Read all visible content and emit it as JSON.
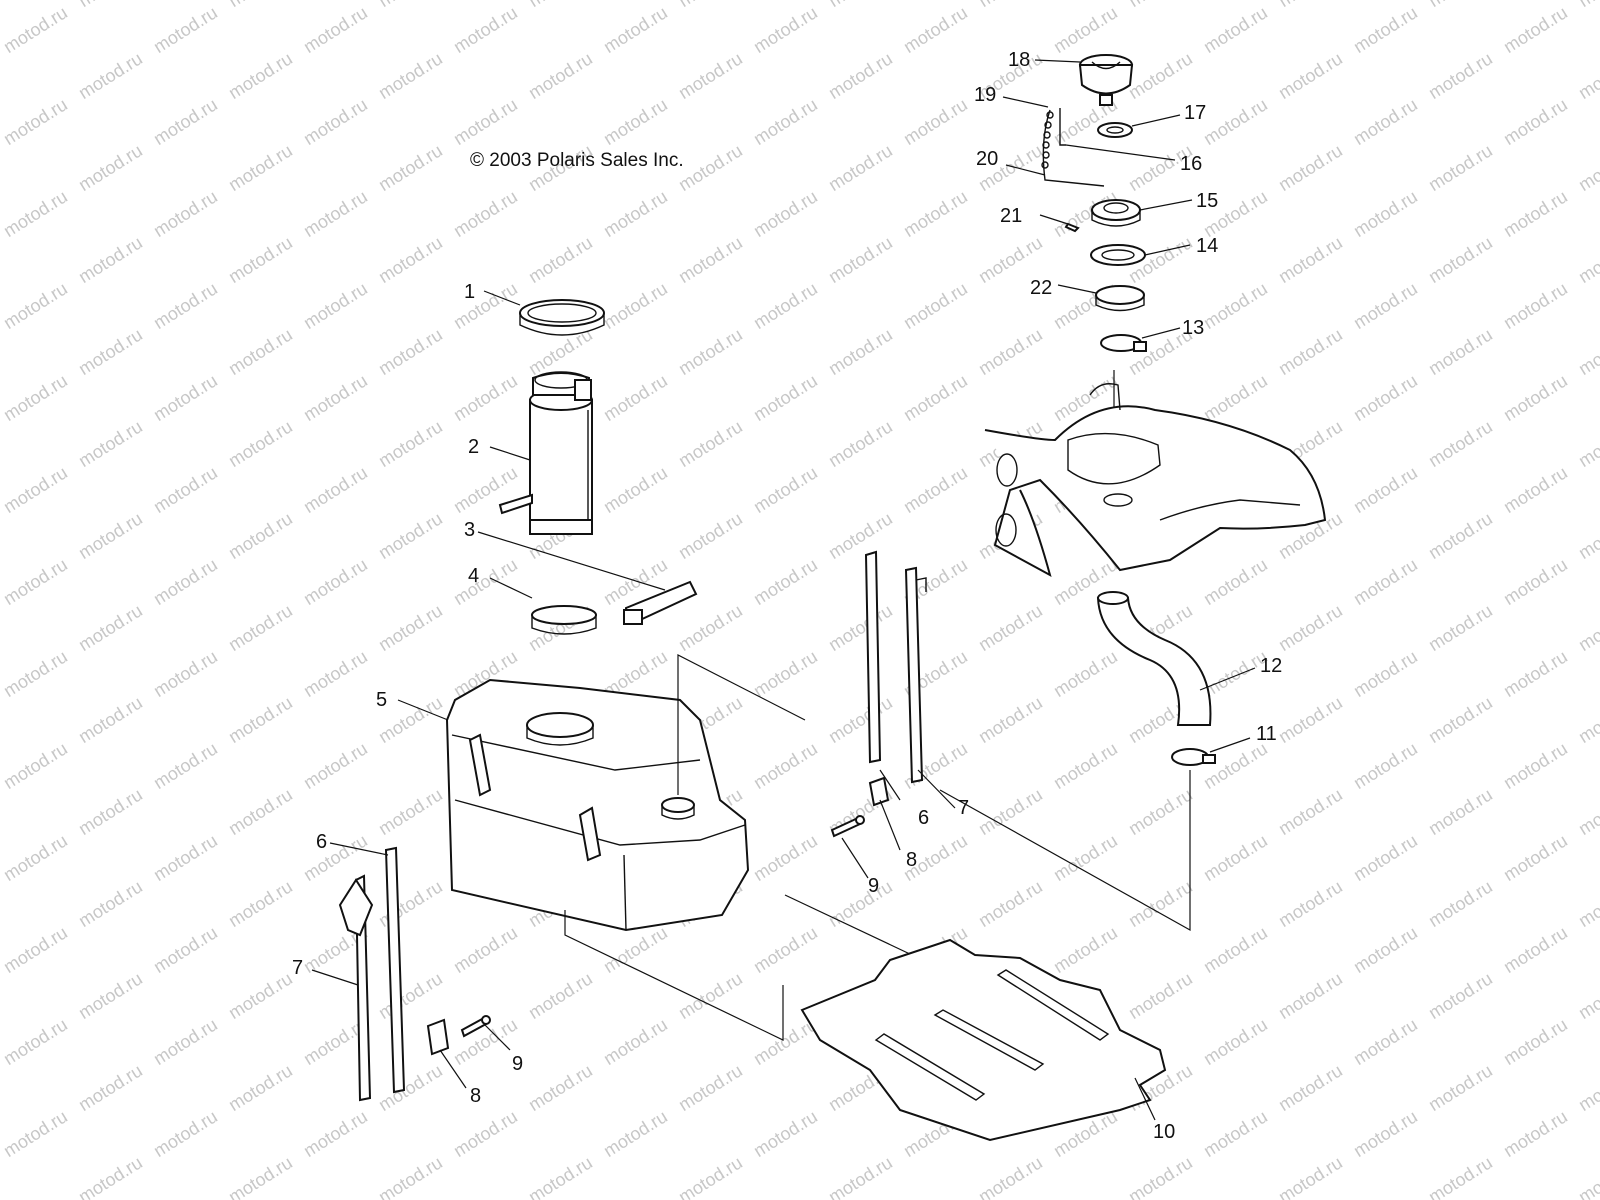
{
  "diagram": {
    "copyright": "© 2003 Polaris Sales Inc.",
    "watermark_text": "motod.ru",
    "callouts": {
      "c1": "1",
      "c2": "2",
      "c3": "3",
      "c4": "4",
      "c5": "5",
      "c6a": "6",
      "c6b": "6",
      "c7a": "7",
      "c7b": "7",
      "c8a": "8",
      "c8b": "8",
      "c9a": "9",
      "c9b": "9",
      "c10": "10",
      "c11": "11",
      "c12": "12",
      "c13": "13",
      "c14": "14",
      "c15": "15",
      "c16": "16",
      "c17": "17",
      "c18": "18",
      "c19": "19",
      "c20": "20",
      "c21": "21",
      "c22": "22"
    }
  }
}
